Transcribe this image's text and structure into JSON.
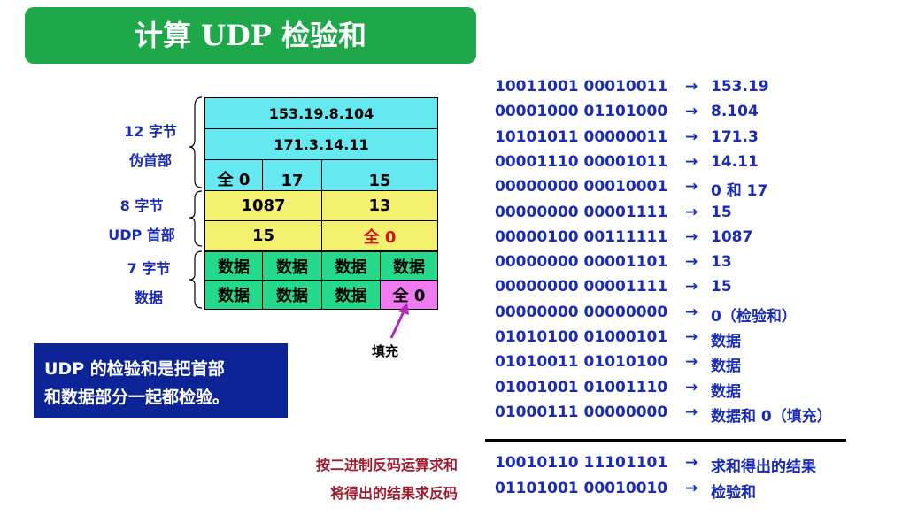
{
  "title": "计算 UDP 检验和",
  "labels": {
    "pseudo_size": "12 字节",
    "pseudo_name": "伪首部",
    "header_size": "8 字节",
    "header_name": "UDP 首部",
    "data_size": "7 字节",
    "data_name": "数据",
    "fill": "填充"
  },
  "table": {
    "src_ip": "153.19.8.104",
    "dst_ip": "171.3.14.11",
    "zero": "全 0",
    "protocol": "17",
    "udp_length": "15",
    "src_port": "1087",
    "dst_port": "13",
    "length": "15",
    "checksum": "全 0",
    "data_cells": [
      "数据",
      "数据",
      "数据",
      "数据",
      "数据",
      "数据",
      "数据"
    ],
    "padding": "全 0"
  },
  "note": {
    "line1": "UDP 的检验和是把首部",
    "line2": "和数据部分一起都检验。"
  },
  "rows": [
    {
      "bin": "10011001 00010011",
      "arrow": "→",
      "val": "153.19"
    },
    {
      "bin": "00001000 01101000",
      "arrow": "→",
      "val": "8.104"
    },
    {
      "bin": "10101011 00000011",
      "arrow": "→",
      "val": "171.3"
    },
    {
      "bin": "00001110 00001011",
      "arrow": "→",
      "val": "14.11"
    },
    {
      "bin": "00000000 00010001",
      "arrow": "→",
      "val": "0 和 17"
    },
    {
      "bin": "00000000 00001111",
      "arrow": "→",
      "val": "15"
    },
    {
      "bin": "00000100 00111111",
      "arrow": "→",
      "val": "1087"
    },
    {
      "bin": "00000000 00001101",
      "arrow": "→",
      "val": "13"
    },
    {
      "bin": "00000000 00001111",
      "arrow": "→",
      "val": "15"
    },
    {
      "bin": "00000000 00000000",
      "arrow": "→",
      "val": "0（检验和）"
    },
    {
      "bin": "01010100 01000101",
      "arrow": "→",
      "val": "数据"
    },
    {
      "bin": "01010011 01010100",
      "arrow": "→",
      "val": "数据"
    },
    {
      "bin": "01001001 01001110",
      "arrow": "→",
      "val": "数据"
    },
    {
      "bin": "01000111 00000000",
      "arrow": "→",
      "val": "数据和 0（填充）"
    }
  ],
  "results": [
    {
      "bin": "10010110 11101101",
      "arrow": "→",
      "val": "求和得出的结果"
    },
    {
      "bin": "01101001 00010010",
      "arrow": "→",
      "val": "检验和"
    }
  ],
  "side_notes": {
    "step1": "按二进制反码运算求和",
    "step2": "将得出的结果求反码"
  }
}
